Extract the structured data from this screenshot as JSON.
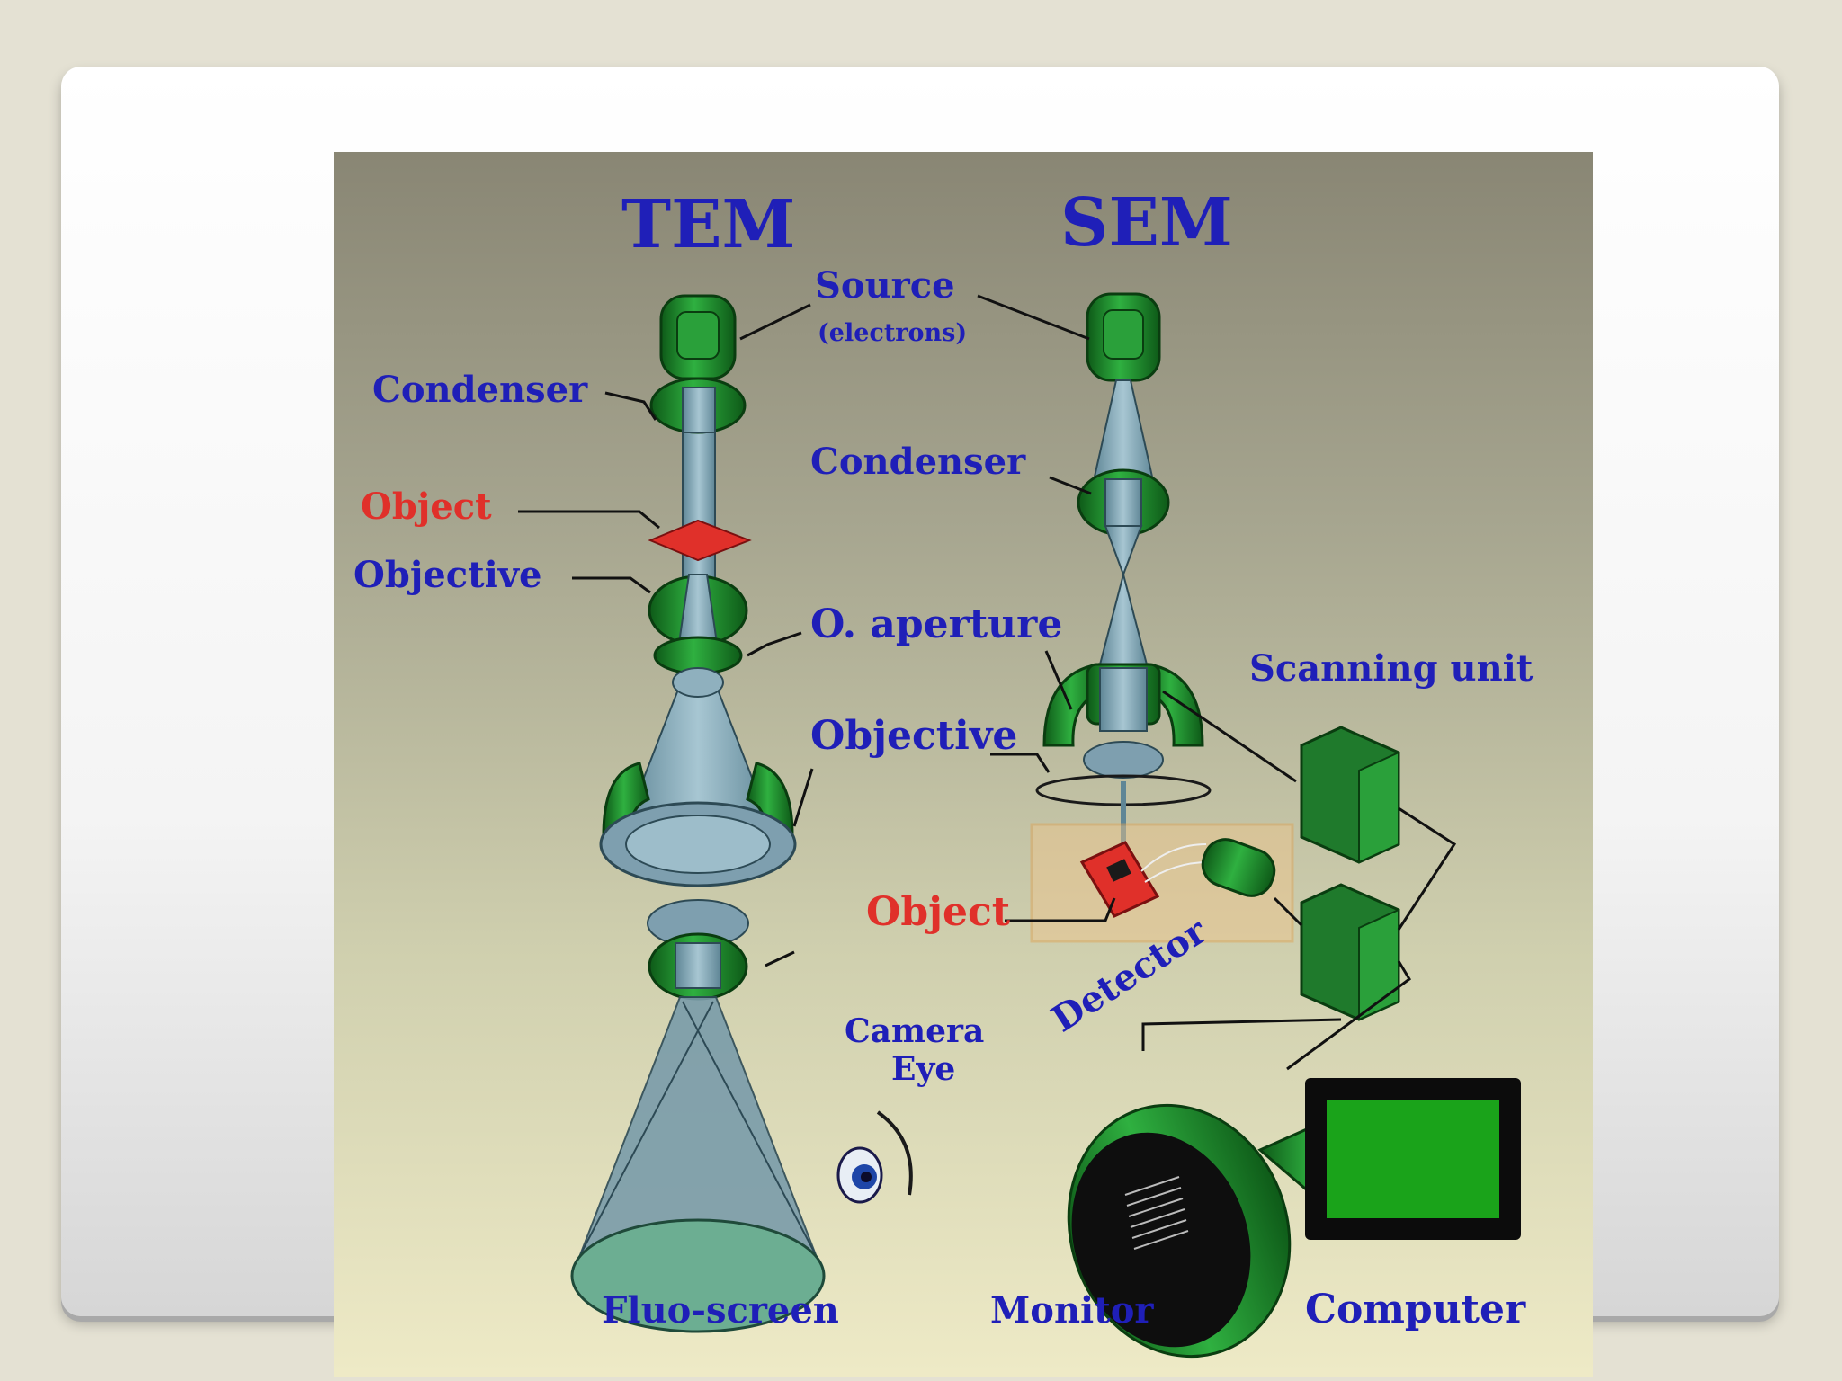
{
  "diagram": {
    "headings": {
      "tem": "TEM",
      "sem": "SEM"
    },
    "labels": {
      "source": "Source",
      "electrons": "(electrons)",
      "tem_condenser": "Condenser",
      "tem_object": "Object",
      "tem_objective": "Objective",
      "o_aperture": "O. aperture",
      "sem_condenser": "Condenser",
      "sem_objective": "Objective",
      "scanning_unit": "Scanning unit",
      "sem_object": "Object",
      "detector": "Detector",
      "camera": "Camera",
      "eye": "Eye",
      "fluo_screen": "Fluo-screen",
      "monitor": "Monitor",
      "computer": "Computer"
    },
    "colors": {
      "label_blue": "#1f1fb8",
      "label_red": "#e0302a",
      "lens_green": "#1c8a2a",
      "beam_blue": "#7fa3b3",
      "computer_screen": "#1aa31a"
    }
  }
}
